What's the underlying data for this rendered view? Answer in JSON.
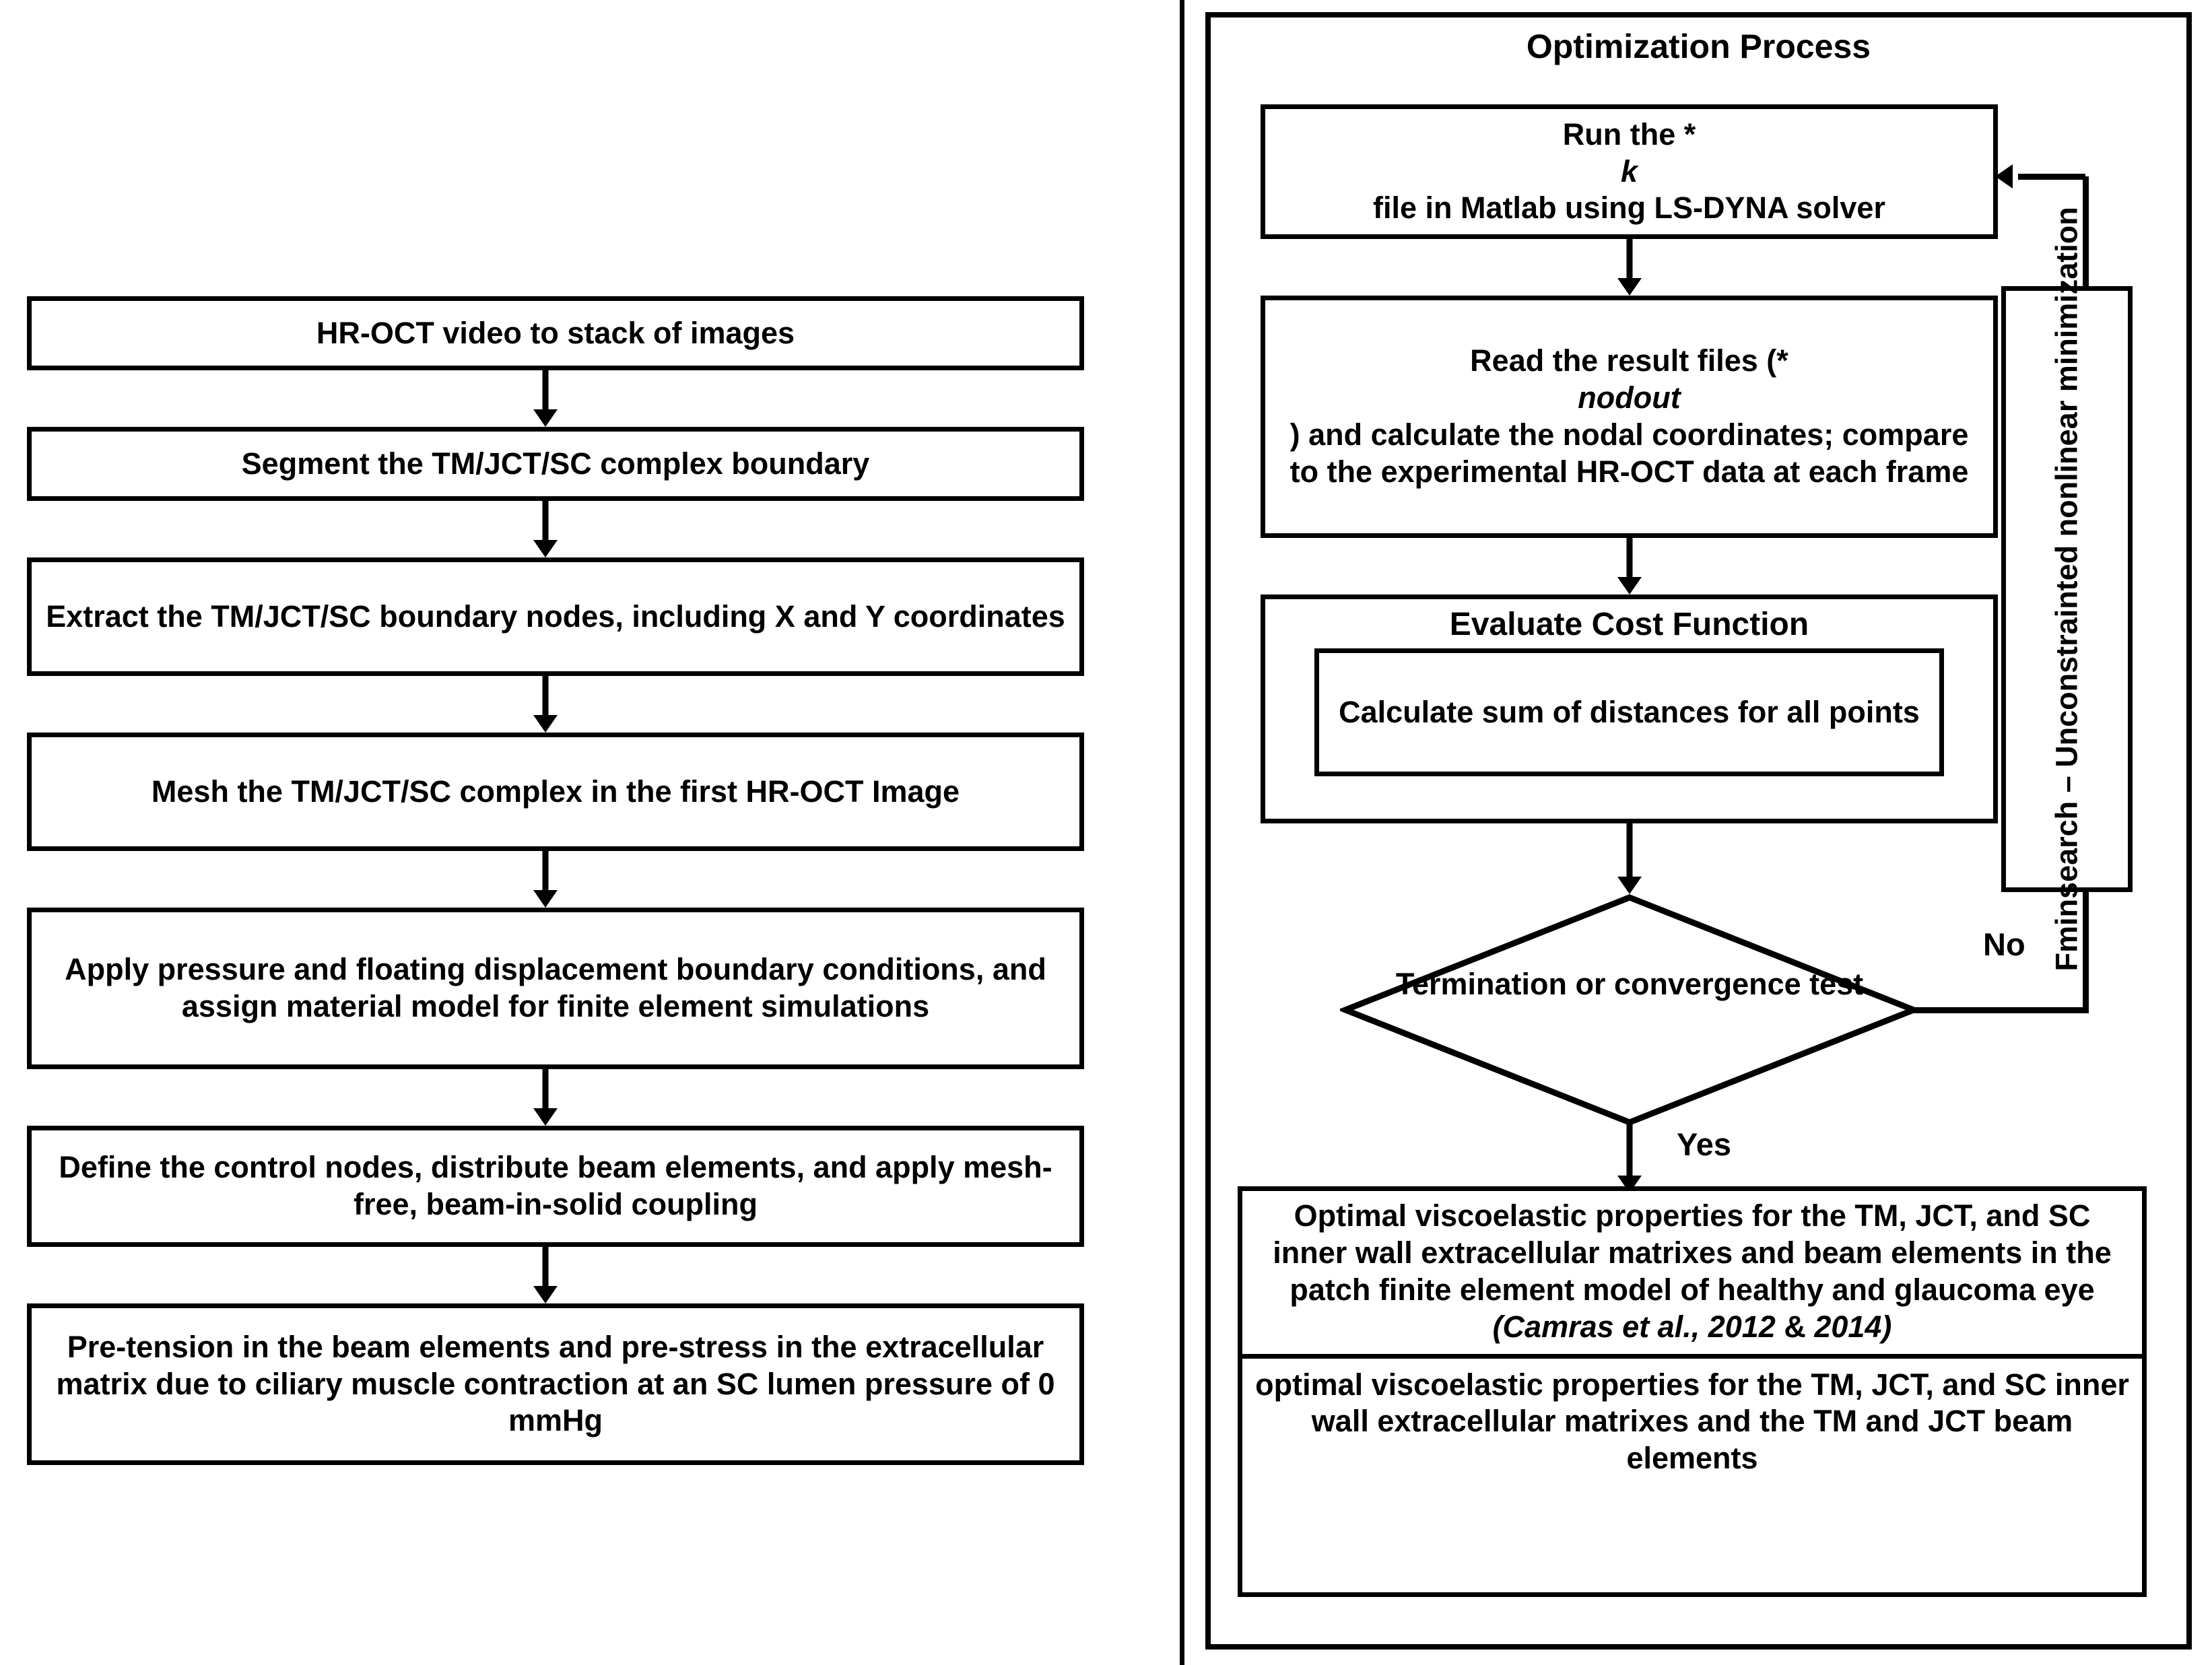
{
  "left_flow": {
    "steps": [
      "HR-OCT video to stack of images",
      "Segment the TM/JCT/SC complex boundary",
      "Extract the TM/JCT/SC boundary nodes, including X and Y coordinates",
      "Mesh the TM/JCT/SC complex in the first HR-OCT Image",
      "Apply pressure and floating displacement boundary conditions, and assign material model for finite element simulations",
      "Define the control nodes, distribute beam elements, and apply mesh-free, beam-in-solid coupling",
      "Pre-tension in the beam elements and pre-stress in the extracellular matrix due to ciliary muscle contraction at an SC lumen pressure of 0 mmHg"
    ]
  },
  "right_flow": {
    "title": "Optimization Process",
    "step_run": {
      "text_1": "Run the *",
      "italic": "k",
      "text_2": " file in Matlab using LS-DYNA solver"
    },
    "step_read": {
      "text_1": "Read the result files (*",
      "italic": "nodout",
      "text_2": ") and calculate the nodal coordinates; compare to the experimental HR-OCT data at each frame"
    },
    "evaluate": {
      "title": "Evaluate Cost Function",
      "inner": "Calculate sum of distances for all points"
    },
    "decision": "Termination or convergence test",
    "label_no": "No",
    "label_yes": "Yes",
    "feedback_label": "Fminsearch – Unconstrainted nonlinear minimization",
    "final": {
      "top_1": "Optimal viscoelastic properties for the TM, JCT, and SC inner wall extracellular matrixes and beam elements in the patch finite element model of healthy and glaucoma eye ",
      "top_italic": "(Camras et al., 2012",
      "top_2": " & ",
      "top_italic2": "2014)",
      "bottom": "optimal viscoelastic properties for the TM, JCT, and SC inner wall extracellular matrixes and the TM and JCT beam elements"
    }
  }
}
